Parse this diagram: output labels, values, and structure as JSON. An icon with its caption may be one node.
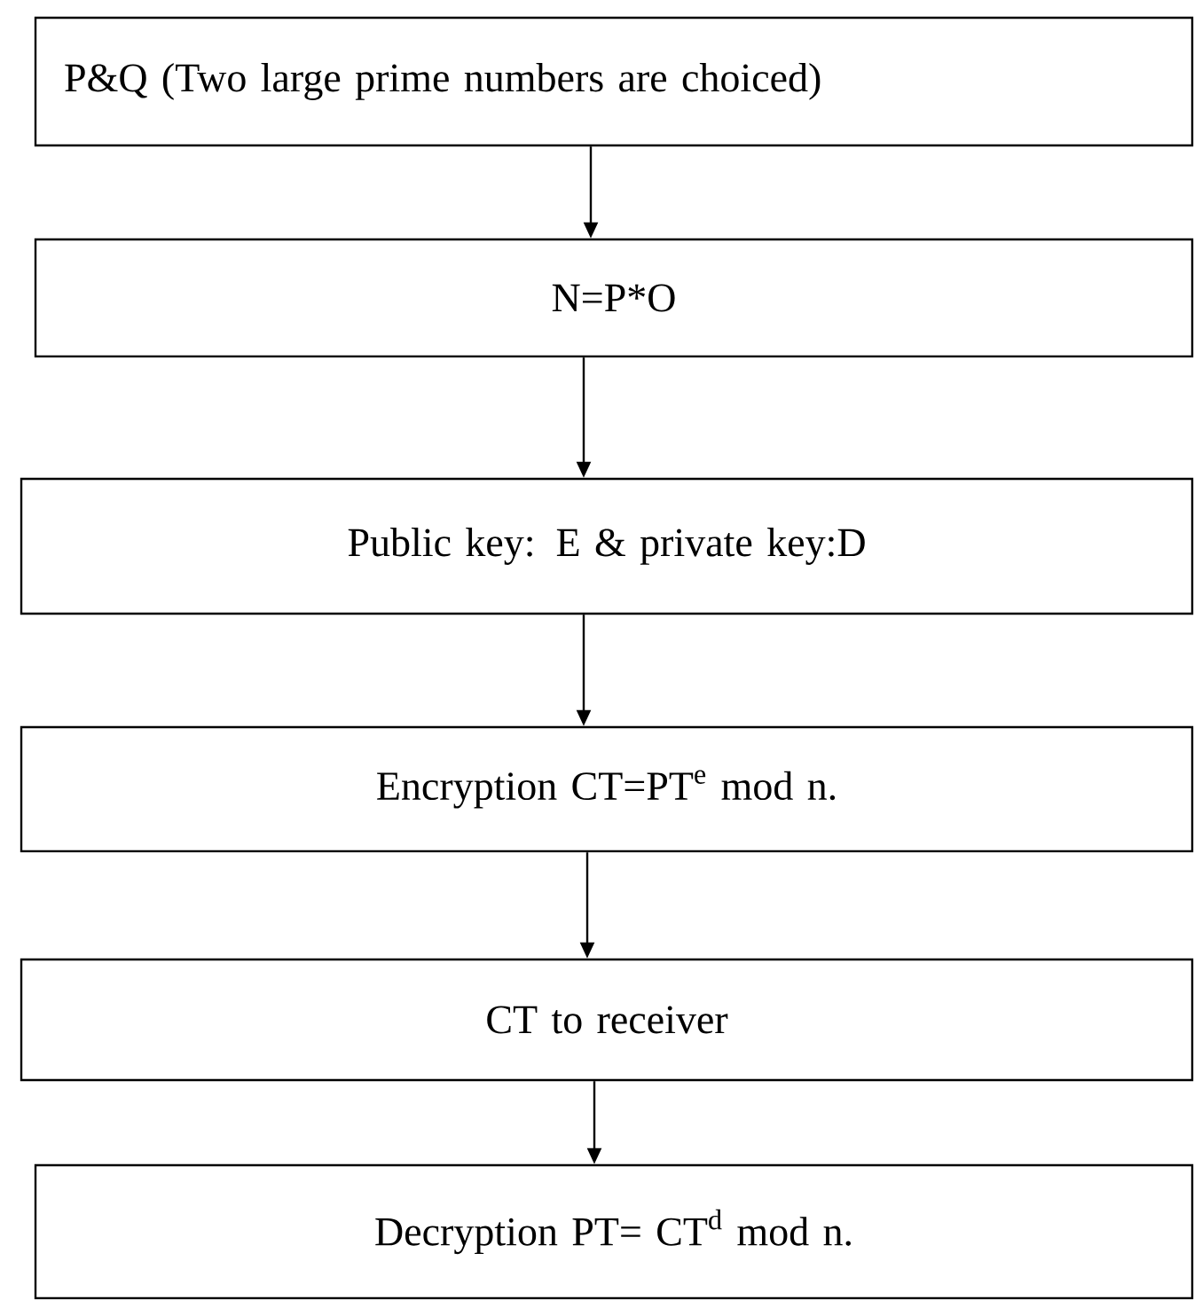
{
  "diagram": {
    "nodes": [
      {
        "text": [
          "P&Q (Two large prime numbers are choiced)"
        ]
      },
      {
        "text": [
          "N=P*O"
        ]
      },
      {
        "text": [
          "Public key: E & private key:D"
        ]
      },
      {
        "text": [
          "Encryption CT=PT$^{e}$ mod n."
        ]
      },
      {
        "text": [
          "CT to receiver"
        ]
      },
      {
        "text": [
          "Decryption PT= CT$^{d}$ mod n."
        ]
      }
    ],
    "edges": [
      {
        "from": 0,
        "to": 1,
        "arrow": "to"
      },
      {
        "from": 1,
        "to": 2,
        "arrow": "to"
      },
      {
        "from": 2,
        "to": 3,
        "arrow": "to"
      },
      {
        "from": 3,
        "to": 4,
        "arrow": "to"
      },
      {
        "from": 4,
        "to": 5,
        "arrow": "to"
      }
    ]
  }
}
